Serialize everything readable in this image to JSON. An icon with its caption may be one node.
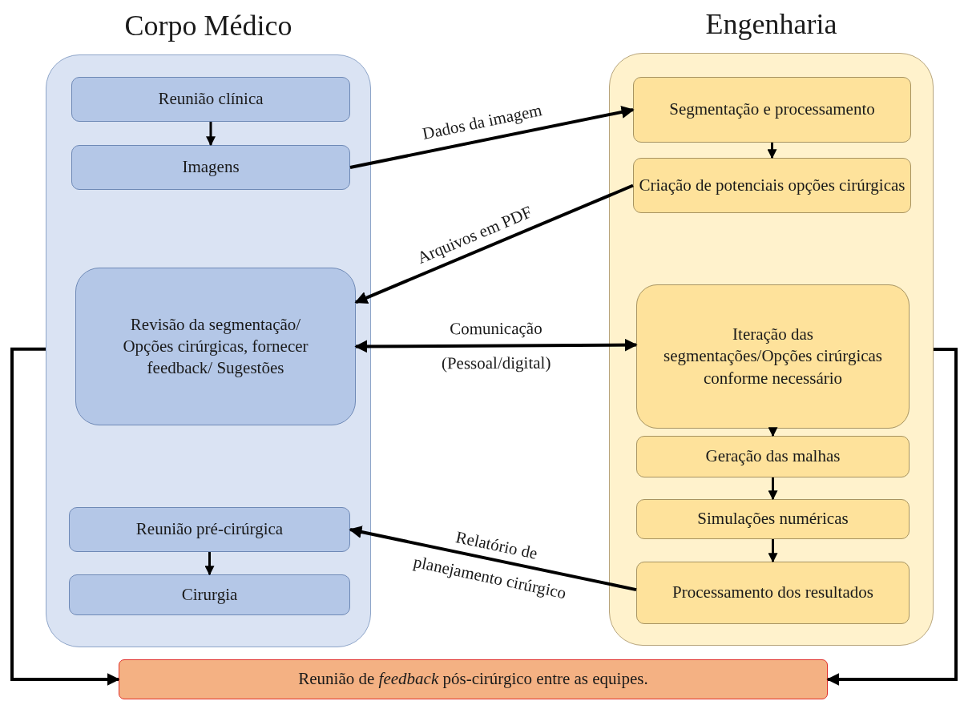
{
  "diagram": {
    "nodes": [
      {
        "text": [
          "Corpo Médico"
        ]
      },
      {
        "text": [
          "Reunião clínica"
        ],
        "in": 0
      },
      {
        "text": [
          "Imagens"
        ],
        "in": 0
      },
      {
        "text": [
          "Revisão da segmentação/ Opções cirúrgicas, fornecer feedback/ Sugestões"
        ],
        "in": 0
      },
      {
        "text": [
          "Reunião pré-cirúrgica"
        ],
        "in": 0
      },
      {
        "text": [
          "Cirurgia"
        ],
        "in": 0
      },
      {
        "text": [
          "Engenharia"
        ]
      },
      {
        "text": [
          "Segmentação e processamento"
        ],
        "in": 6
      },
      {
        "text": [
          "Criação de potenciais opções cirúrgicas"
        ],
        "in": 6
      },
      {
        "text": [
          "Iteração das segmentações/Opções cirúrgicas conforme necessário"
        ],
        "in": 6
      },
      {
        "text": [
          "Geração das malhas"
        ],
        "in": 6
      },
      {
        "text": [
          "Simulações numéricas"
        ],
        "in": 6
      },
      {
        "text": [
          "Processamento dos resultados"
        ],
        "in": 6
      },
      {
        "text": [
          "Reunião de *feedback* pós-cirúrgico entre as equipes."
        ]
      }
    ],
    "edges": [
      {
        "from": 1,
        "to": 2,
        "arrow": "to"
      },
      {
        "from": 2,
        "to": 7,
        "arrow": "to",
        "label": "Dados da imagem"
      },
      {
        "from": 8,
        "to": 3,
        "arrow": "to",
        "label": "Arquivos em PDF"
      },
      {
        "from": 3,
        "to": 9,
        "arrow": "both",
        "label": "Comunicação (Pessoal/digital)"
      },
      {
        "from": 7,
        "to": 8,
        "arrow": "to"
      },
      {
        "from": 9,
        "to": 10,
        "arrow": "to"
      },
      {
        "from": 10,
        "to": 11,
        "arrow": "to"
      },
      {
        "from": 11,
        "to": 12,
        "arrow": "to"
      },
      {
        "from": 12,
        "to": 4,
        "arrow": "to",
        "label": "Relatório de planejamento cirúrgico"
      },
      {
        "from": 4,
        "to": 5,
        "arrow": "to"
      },
      {
        "from": 0,
        "to": 13,
        "arrow": "to"
      },
      {
        "from": 6,
        "to": 13,
        "arrow": "to"
      }
    ]
  }
}
